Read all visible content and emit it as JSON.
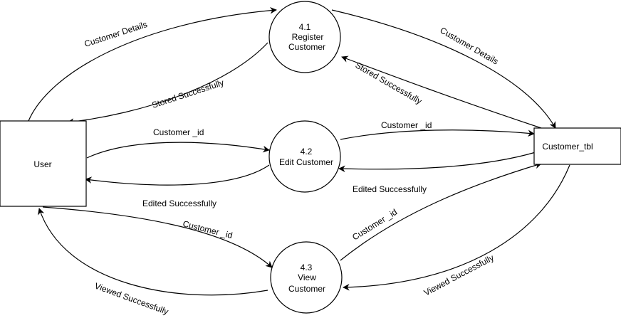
{
  "entities": {
    "user": {
      "label": "User"
    },
    "store": {
      "label": "Customer_tbl"
    }
  },
  "processes": [
    {
      "id": "p41",
      "number": "4.1",
      "line1": "Register",
      "line2": "Customer"
    },
    {
      "id": "p42",
      "number": "4.2",
      "line1": "Edit Customer",
      "line2": ""
    },
    {
      "id": "p43",
      "number": "4.3",
      "line1": "View",
      "line2": "Customer"
    }
  ],
  "flows": {
    "user_to_register": "Customer  Details",
    "register_to_user": "Stored Successfully",
    "register_to_store": "Customer  Details",
    "store_to_register": "Stored Successfully",
    "user_to_edit": "Customer _id",
    "edit_to_user": "Edited Successfully",
    "edit_to_store": "Customer _id",
    "store_to_edit": "Edited Successfully",
    "user_to_view": "Customer _id",
    "view_to_user": "Viewed Successfully",
    "view_to_store": "Customer _id",
    "store_to_view": "Viewed Successfully"
  }
}
